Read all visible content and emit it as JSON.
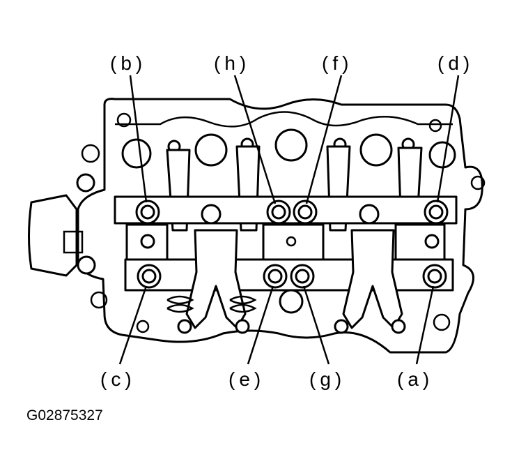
{
  "figure_id": "G02875327",
  "callouts": {
    "top": [
      "(b)",
      "(h)",
      "(f)",
      "(d)"
    ],
    "bottom": [
      "(c)",
      "(e)",
      "(g)",
      "(a)"
    ]
  }
}
